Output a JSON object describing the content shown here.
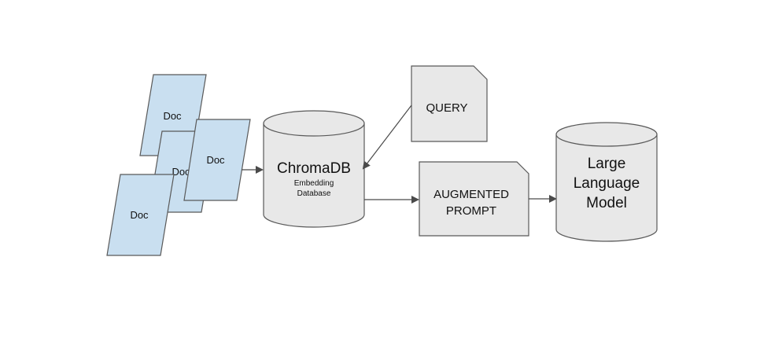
{
  "docs": [
    "Doc",
    "Doc",
    "Doc",
    "Doc"
  ],
  "chromadb": {
    "title": "ChromaDB",
    "subtitle_line1": "Embedding",
    "subtitle_line2": "Database"
  },
  "query": {
    "label": "QUERY"
  },
  "augmented_prompt": {
    "line1": "AUGMENTED",
    "line2": "PROMPT"
  },
  "llm": {
    "line1": "Large",
    "line2": "Language",
    "line3": "Model"
  },
  "colors": {
    "doc_fill": "#c9dff0",
    "shape_fill": "#e8e8e8",
    "stroke": "#595959",
    "arrow": "#4a4a4a"
  }
}
